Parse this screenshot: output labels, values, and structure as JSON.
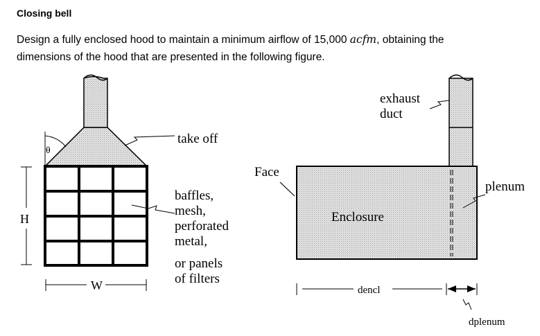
{
  "heading": "Closing bell",
  "paragraph": {
    "line1_pre": "Design a fully enclosed hood to maintain a minimum airflow of 15,000 ",
    "unit": "acfm",
    "line1_post": ", obtaining the",
    "line2": "dimensions of the hood that are presented in the following figure."
  },
  "figure": {
    "left": {
      "theta": "θ",
      "take_off": "take off",
      "H": "H",
      "W": "W",
      "baffles": [
        "baffles,",
        "mesh,",
        "perforated",
        "metal,",
        "or panels",
        "of filters"
      ]
    },
    "right": {
      "exhaust": [
        "exhaust",
        "duct"
      ],
      "face": "Face",
      "enclosure": "Enclosure",
      "plenum": "plenum",
      "d_encl": "dencl",
      "d_plenum": "dplenum"
    }
  },
  "colors": {
    "stipple": "#d4d4d4",
    "ink": "#000000"
  }
}
